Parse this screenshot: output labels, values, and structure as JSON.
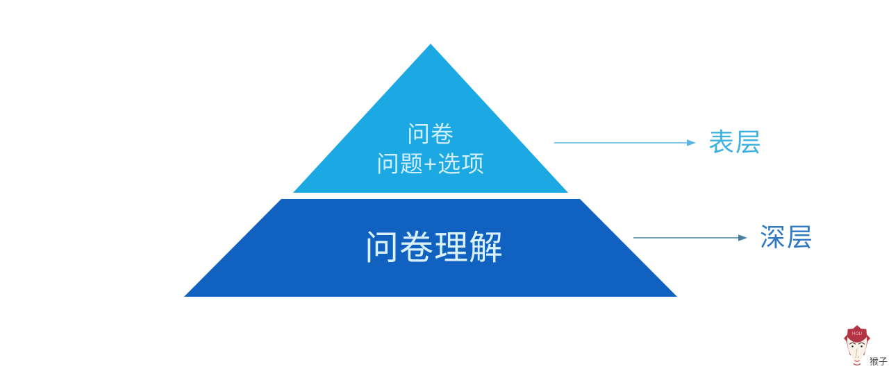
{
  "canvas": {
    "background": "#ffffff"
  },
  "pyramid": {
    "top_layer": {
      "text_line1": "问卷",
      "text_line2": "问题+选项",
      "fill": "#1ca8e2",
      "text_color": "#cfeefe"
    },
    "bottom_layer": {
      "text": "问卷理解",
      "fill": "#1161c0",
      "text_color": "#d9f1fb"
    }
  },
  "annotations": {
    "surface": {
      "label": "表层",
      "label_color": "#3fb1e3",
      "arrow_color": "#58b6e4"
    },
    "deep": {
      "label": "深层",
      "label_color": "#2e78c4",
      "arrow_color": "#44809f"
    }
  },
  "watermark": {
    "forehead_text": "HOU",
    "label": "猴子"
  }
}
